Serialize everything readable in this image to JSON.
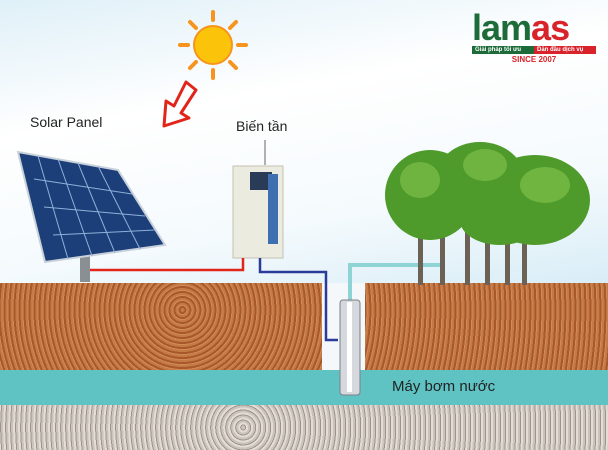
{
  "labels": {
    "solar_panel": "Solar Panel",
    "inverter": "Biến tần",
    "pump": "Máy bơm nước"
  },
  "logo": {
    "brand": "lamas",
    "tagline_left": "Giải pháp tối ưu",
    "tagline_right": "Dẫn đầu dịch vụ",
    "since": "SINCE 2007"
  },
  "colors": {
    "logo_green": "#1e6b3a",
    "logo_red": "#d8232a",
    "water": "#5fc3c4",
    "soil": "#b5662f"
  }
}
